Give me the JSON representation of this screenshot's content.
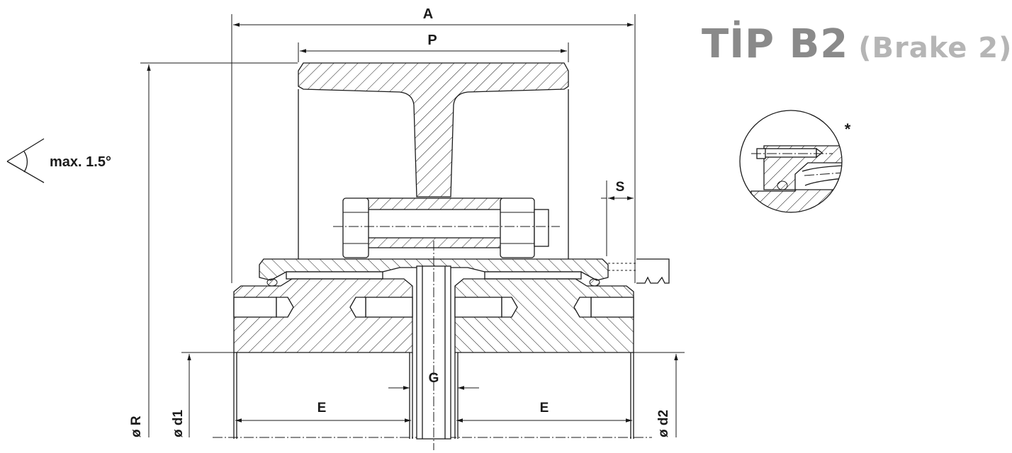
{
  "title": {
    "main": "TİP B2",
    "sub": "(Brake 2)"
  },
  "labels": {
    "A": "A",
    "P": "P",
    "S": "S",
    "G": "G",
    "E_left": "E",
    "E_right": "E",
    "R": "ø R",
    "d1": "ø d1",
    "d2": "ø d2",
    "angle": "max. 1.5°",
    "detail_mark": "*"
  }
}
